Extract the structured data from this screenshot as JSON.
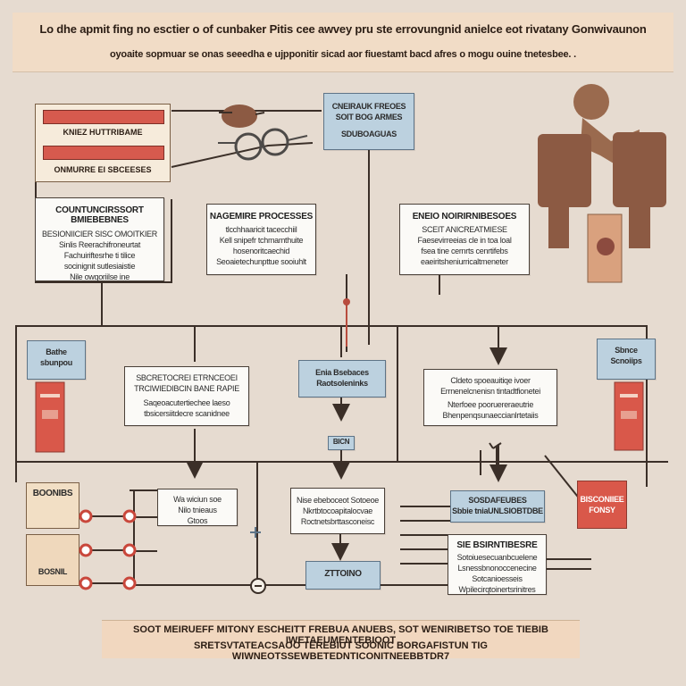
{
  "header": {
    "line1": "Lo dhe apmit fing no esctier o of cunbaker Pitis cee awvey pru ste errovungnid anielce eot rivatany Gonwivaunon",
    "line2": "oyoaite sopmuar se onas seeedha e ujpponitir sicad aor fiuestamt bacd afres o mogu ouine tnetesbee. ."
  },
  "top_left": {
    "band1": "",
    "label1": "KNIEZ HUTTRIBAME",
    "band2": "",
    "label2": "ONMURRE EI SBCEESES"
  },
  "boxes": {
    "top_center_blue": {
      "l1": "CNEIRAUK FREOES",
      "l2": "SOIT BOG ARMES",
      "l3": "SDUBOAGUAS"
    },
    "left_main": {
      "title": "COUNTUNCIRSSORT BMIEBEBNES",
      "l1": "BESIONIICIER SISC OMOITKIER",
      "l2": "Sinlis Reerachifroneurtat",
      "l3": "Fachuiriftesrhe ti tilice",
      "l4": "socinignit sutlesiaistie",
      "l5": "Nile owqoriilse ine"
    },
    "center_main": {
      "title": "NAGEMIRE PROCESSES",
      "l1": "tlcchhaaricit tacecchiil",
      "l2": "Kell snipefr tchmamthuite",
      "l3": "hosenoritcaechid",
      "l4": "Seoaietechunpttue sooiuhlt"
    },
    "right_main": {
      "title": "ENEIO NOIRIRNIBESOES",
      "l1": "SCEIT ANICREATMIESE",
      "l2": "Faesevirreeias cle in toa loal",
      "l3": "fsea tine cernrts cenrtifebs",
      "l4": "eaeiritsheniurricaltmeneter"
    },
    "left_side_blue": {
      "l1": "Bathe",
      "l2": "sbunpou"
    },
    "mid_left": {
      "l1": "SBCRETOCREI ETRNCEOEI",
      "l2": "TRCIWIEDIBCIN BANE RAPIE",
      "l3": "Saqeoacutertiechee laeso",
      "l4": "tbsicersiitdecre scanidnee"
    },
    "mid_center_blue": {
      "l1": "Enia Bsebaces",
      "l2": "Raotsoleninks"
    },
    "mid_right": {
      "l1": "Cldeto spoeauitiqe ivoer",
      "l2": "Errnenelcnenisn tintadtfionetei",
      "l3": "Nterfoee pooruereraeutrie",
      "l4": "Bhenpenqsunaeccianlrtetaiis"
    },
    "right_side_blue": {
      "l1": "Sbnce",
      "l2": "Scnoiips"
    },
    "small_label_center": {
      "l1": "BICN"
    },
    "bottom_left_small": {
      "l1": "Wa wiciun soe",
      "l2": "Nilo tnieaus",
      "l3": "Gtoos"
    },
    "bottom_center": {
      "l1": "Nise ebeboceot Sotoeoe",
      "l2": "Nkrtbtocoapitalocvae",
      "l3": "Roctnetsbrttasconeisc"
    },
    "bottom_right_blue": {
      "l1": "SOSDAFEUBES",
      "l2": "Sbbie tniaUNLSIOBTDBE"
    },
    "bottom_right_red": {
      "l1": "BISCONIIEE",
      "l2": "FONSY"
    },
    "bottom_right_main": {
      "title": "SIE BSIRNTIBESRE",
      "l1": "Sotoiuesecuanbcuelene",
      "l2": "Lsnessbnonoccenecine",
      "l3": "Sotcanioesseis",
      "l4": "Wpilecirqtoinertsrinitres"
    },
    "bottom_center_blue": {
      "l1": "ZTTOINO"
    }
  },
  "side_panels": {
    "left_top": {
      "l1": "BOONIBS",
      "l2": ""
    },
    "left_bottom": {
      "l1": "BOSNIL"
    }
  },
  "footer": {
    "line1": "SOOT MEIRUEFF MITONY ESCHEITT FREBUA ANUEBS, SOT WENIRIBETSO TOE TIEBIB IWETAEUMENTEBIOOT",
    "line2": "SRETSVTATEACSAOO TEREBIUT SOONIC BORGAFISTUN TIG WIWNEOTSSEWBETEDNTICONITNEEBBTDR7"
  },
  "colors": {
    "background": "#e6dbd0",
    "header": "#f1dcc6",
    "box": "#fbfaf7",
    "blue_box": "#bcd1df",
    "red": "#d65a4e",
    "line": "#3b2f28",
    "brown": "#9a6a4e"
  },
  "icons": {
    "bird": "bird-icon",
    "glasses": "glasses-icon",
    "figure": "seated-figure-icon",
    "badge": "badge-icon",
    "scroll": "scroll-icon"
  }
}
